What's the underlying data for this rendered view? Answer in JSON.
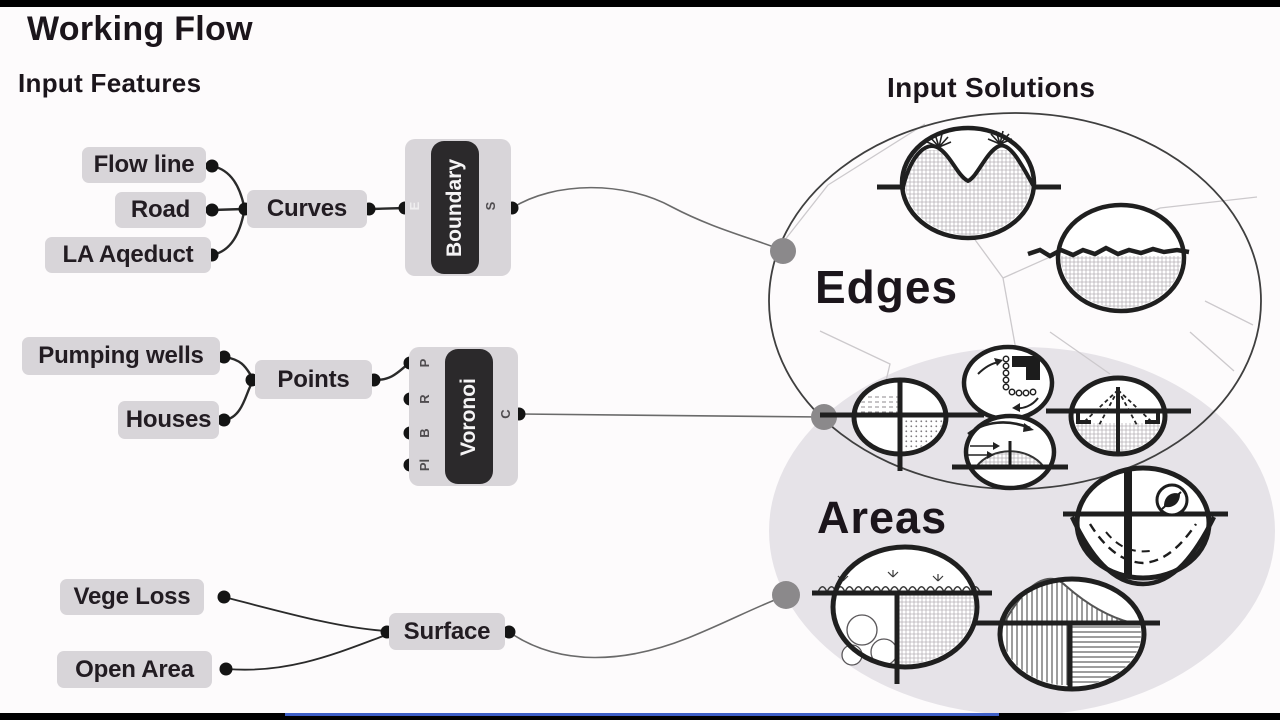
{
  "title": "Working Flow",
  "sections": {
    "features": "Input Features",
    "solutions": "Input Solutions"
  },
  "chips": {
    "flow_line": "Flow line",
    "road": "Road",
    "la_aqeduct": "LA Aqeduct",
    "curves": "Curves",
    "pumping_wells": "Pumping wells",
    "houses": "Houses",
    "points": "Points",
    "vege_loss": "Vege Loss",
    "open_area": "Open Area",
    "surface": "Surface"
  },
  "components": {
    "boundary": {
      "label": "Boundary",
      "ports": {
        "in": "E",
        "out": "S"
      }
    },
    "voronoi": {
      "label": "Voronoi",
      "ports": {
        "p1": "P",
        "p2": "R",
        "p3": "B",
        "p4": "Pl",
        "out": "C"
      }
    }
  },
  "solutions": {
    "edges": "Edges",
    "areas": "Areas"
  },
  "icons": [
    "dune-section-icon",
    "waterline-section-icon",
    "quadrant-section-icon",
    "infiltration-steps-icon",
    "flow-over-mound-icon",
    "cable-fan-section-icon",
    "basin-flag-icon",
    "vegetation-section-icon",
    "mound-balance-icon"
  ],
  "colors": {
    "bg": "#fdfbfc",
    "chip": "#d8d5d9",
    "chip_text": "#221c22",
    "node_dark": "#2b292b",
    "node_text": "#f5f4f5",
    "blob": "#e6e3e8",
    "dot": "#8b898b",
    "wire": "#2a2a2a",
    "wire_long": "#6a6a6a",
    "outline": "#3f3f3f",
    "partition": "#ccc9cc",
    "icon_stroke": "#1f1f1f",
    "bar": "#000000",
    "progress": "#3e5fc7"
  }
}
